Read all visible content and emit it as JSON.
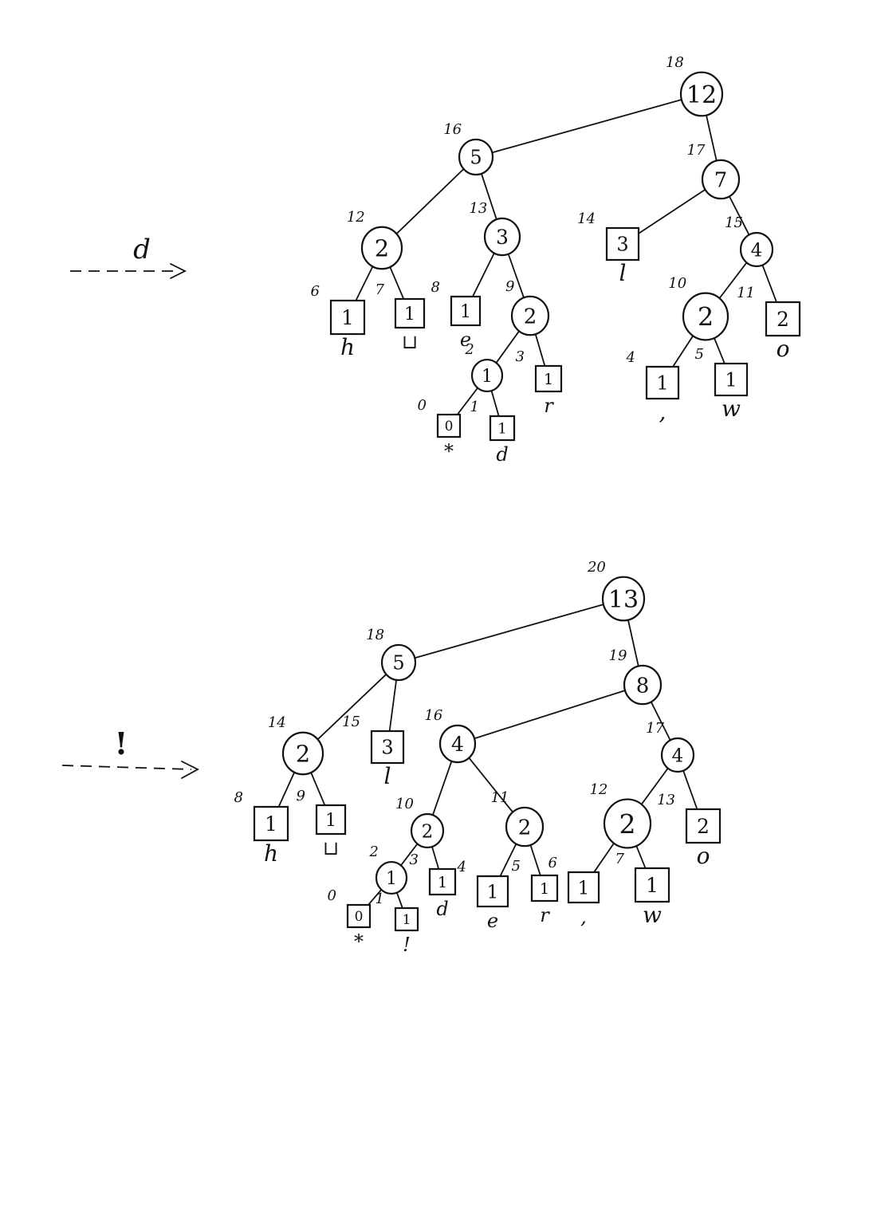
{
  "diagrams": [
    {
      "arrow_label": "d",
      "nodes": [
        {
          "id": "a_root",
          "shape": "circle",
          "weight": "12",
          "order": "18"
        },
        {
          "id": "a_5",
          "shape": "circle",
          "weight": "5",
          "order": "16"
        },
        {
          "id": "a_7",
          "shape": "circle",
          "weight": "7",
          "order": "17"
        },
        {
          "id": "a_2l",
          "shape": "circle",
          "weight": "2",
          "order": "12"
        },
        {
          "id": "a_3",
          "shape": "circle",
          "weight": "3",
          "order": "13"
        },
        {
          "id": "a_l",
          "shape": "square",
          "weight": "3",
          "order": "14",
          "symbol": "l"
        },
        {
          "id": "a_4",
          "shape": "circle",
          "weight": "4",
          "order": "15"
        },
        {
          "id": "a_h",
          "shape": "square",
          "weight": "1",
          "order": "6",
          "symbol": "h"
        },
        {
          "id": "a_sp",
          "shape": "square",
          "weight": "1",
          "order": "7",
          "symbol": "⊔"
        },
        {
          "id": "a_e",
          "shape": "square",
          "weight": "1",
          "order": "8",
          "symbol": "e"
        },
        {
          "id": "a_2m",
          "shape": "circle",
          "weight": "2",
          "order": "9"
        },
        {
          "id": "a_2r",
          "shape": "circle",
          "weight": "2",
          "order": "10"
        },
        {
          "id": "a_o",
          "shape": "square",
          "weight": "2",
          "order": "11",
          "symbol": "o"
        },
        {
          "id": "a_1",
          "shape": "circle",
          "weight": "1",
          "order": "2"
        },
        {
          "id": "a_r",
          "shape": "square",
          "weight": "1",
          "order": "3",
          "symbol": "r"
        },
        {
          "id": "a_comma",
          "shape": "square",
          "weight": "1",
          "order": "4",
          "symbol": ","
        },
        {
          "id": "a_w",
          "shape": "square",
          "weight": "1",
          "order": "5",
          "symbol": "w"
        },
        {
          "id": "a_nyt",
          "shape": "square",
          "weight": "0",
          "order": "0",
          "symbol": "*"
        },
        {
          "id": "a_d",
          "shape": "square",
          "weight": "1",
          "order": "1",
          "symbol": "d"
        }
      ],
      "edges": [
        [
          "a_root",
          "a_5"
        ],
        [
          "a_root",
          "a_7"
        ],
        [
          "a_5",
          "a_2l"
        ],
        [
          "a_5",
          "a_3"
        ],
        [
          "a_7",
          "a_l"
        ],
        [
          "a_7",
          "a_4"
        ],
        [
          "a_2l",
          "a_h"
        ],
        [
          "a_2l",
          "a_sp"
        ],
        [
          "a_3",
          "a_e"
        ],
        [
          "a_3",
          "a_2m"
        ],
        [
          "a_4",
          "a_2r"
        ],
        [
          "a_4",
          "a_o"
        ],
        [
          "a_2m",
          "a_1"
        ],
        [
          "a_2m",
          "a_r"
        ],
        [
          "a_2r",
          "a_comma"
        ],
        [
          "a_2r",
          "a_w"
        ],
        [
          "a_1",
          "a_nyt"
        ],
        [
          "a_1",
          "a_d"
        ]
      ]
    },
    {
      "arrow_label": "!",
      "nodes": [
        {
          "id": "b_root",
          "shape": "circle",
          "weight": "13",
          "order": "20"
        },
        {
          "id": "b_5",
          "shape": "circle",
          "weight": "5",
          "order": "18"
        },
        {
          "id": "b_8",
          "shape": "circle",
          "weight": "8",
          "order": "19"
        },
        {
          "id": "b_2a",
          "shape": "circle",
          "weight": "2",
          "order": "14"
        },
        {
          "id": "b_l",
          "shape": "square",
          "weight": "3",
          "order": "15",
          "symbol": "l"
        },
        {
          "id": "b_4a",
          "shape": "circle",
          "weight": "4",
          "order": "16"
        },
        {
          "id": "b_4b",
          "shape": "circle",
          "weight": "4",
          "order": "17"
        },
        {
          "id": "b_h",
          "shape": "square",
          "weight": "1",
          "order": "8",
          "symbol": "h"
        },
        {
          "id": "b_sp",
          "shape": "square",
          "weight": "1",
          "order": "9",
          "symbol": "⊔"
        },
        {
          "id": "b_2b",
          "shape": "circle",
          "weight": "2",
          "order": "10"
        },
        {
          "id": "b_2c",
          "shape": "circle",
          "weight": "2",
          "order": "11"
        },
        {
          "id": "b_2d",
          "shape": "circle",
          "weight": "2",
          "order": "12"
        },
        {
          "id": "b_o",
          "shape": "square",
          "weight": "2",
          "order": "13",
          "symbol": "o"
        },
        {
          "id": "b_1",
          "shape": "circle",
          "weight": "1",
          "order": "2"
        },
        {
          "id": "b_d",
          "shape": "square",
          "weight": "1",
          "order": "3",
          "symbol": "d"
        },
        {
          "id": "b_e",
          "shape": "square",
          "weight": "1",
          "order": "4",
          "symbol": "e"
        },
        {
          "id": "b_r",
          "shape": "square",
          "weight": "1",
          "order": "5",
          "symbol": "r"
        },
        {
          "id": "b_comma",
          "shape": "square",
          "weight": "1",
          "order": "6",
          "symbol": ","
        },
        {
          "id": "b_w",
          "shape": "square",
          "weight": "1",
          "order": "7",
          "symbol": "w"
        },
        {
          "id": "b_nyt",
          "shape": "square",
          "weight": "0",
          "order": "0",
          "symbol": "*"
        },
        {
          "id": "b_excl",
          "shape": "square",
          "weight": "1",
          "order": "1",
          "symbol": "!"
        }
      ],
      "edges": [
        [
          "b_root",
          "b_5"
        ],
        [
          "b_root",
          "b_8"
        ],
        [
          "b_5",
          "b_2a"
        ],
        [
          "b_5",
          "b_l"
        ],
        [
          "b_8",
          "b_4a"
        ],
        [
          "b_8",
          "b_4b"
        ],
        [
          "b_2a",
          "b_h"
        ],
        [
          "b_2a",
          "b_sp"
        ],
        [
          "b_4a",
          "b_2b"
        ],
        [
          "b_4a",
          "b_2c"
        ],
        [
          "b_4b",
          "b_2d"
        ],
        [
          "b_4b",
          "b_o"
        ],
        [
          "b_2b",
          "b_1"
        ],
        [
          "b_2b",
          "b_d"
        ],
        [
          "b_2c",
          "b_e"
        ],
        [
          "b_2c",
          "b_r"
        ],
        [
          "b_2d",
          "b_comma"
        ],
        [
          "b_2d",
          "b_w"
        ],
        [
          "b_1",
          "b_nyt"
        ],
        [
          "b_1",
          "b_excl"
        ]
      ]
    }
  ]
}
